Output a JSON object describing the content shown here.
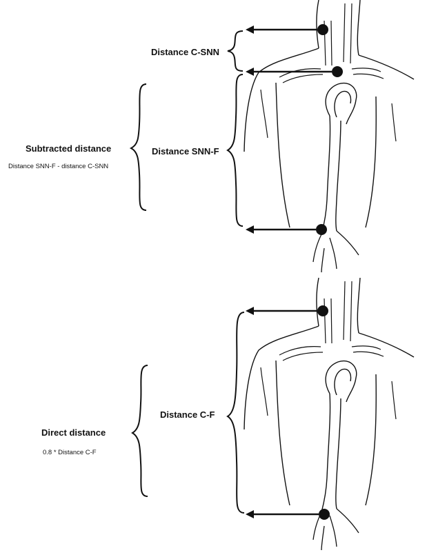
{
  "panels": [
    {
      "id": "subtracted",
      "labels": {
        "c_snn": "Distance C-SNN",
        "snn_f": "Distance SNN-F",
        "method_title": "Subtracted distance",
        "method_formula": "Distance SNN-F - distance C-SNN"
      }
    },
    {
      "id": "direct",
      "labels": {
        "c_f": "Distance C-F",
        "method_title": "Direct distance",
        "method_formula": "0.8 * Distance C-F"
      }
    }
  ],
  "colors": {
    "ink": "#111111",
    "background": "#ffffff"
  }
}
